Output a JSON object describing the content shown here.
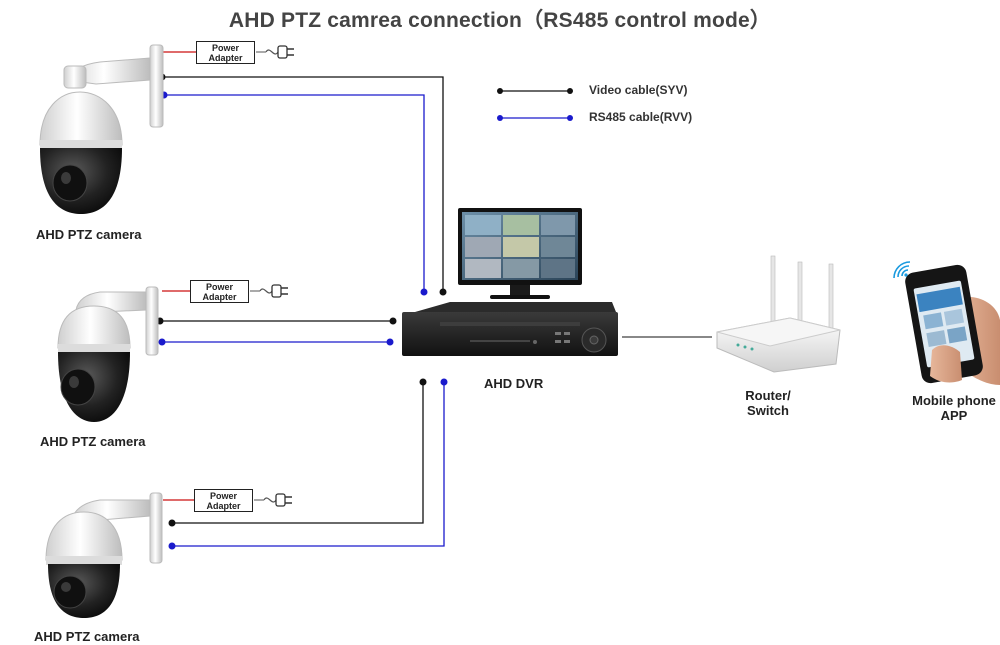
{
  "title": "AHD PTZ camrea connection（RS485 control mode）",
  "legend": [
    {
      "label": "Video cable(SYV)",
      "color": "#111111"
    },
    {
      "label": "RS485 cable(RVV)",
      "color": "#1a1acc"
    }
  ],
  "cameras": [
    {
      "label": "AHD PTZ camera",
      "power_line1": "Power",
      "power_line2": "Adapter"
    },
    {
      "label": "AHD PTZ camera",
      "power_line1": "Power",
      "power_line2": "Adapter"
    },
    {
      "label": "AHD PTZ camera",
      "power_line1": "Power",
      "power_line2": "Adapter"
    }
  ],
  "dvr": {
    "label": "AHD DVR"
  },
  "router": {
    "line1": "Router/",
    "line2": "Switch"
  },
  "phone": {
    "line1": "Mobile phone",
    "line2": "APP"
  },
  "colors": {
    "video": "#111111",
    "rs485": "#1a1acc",
    "power": "#cc1111"
  }
}
